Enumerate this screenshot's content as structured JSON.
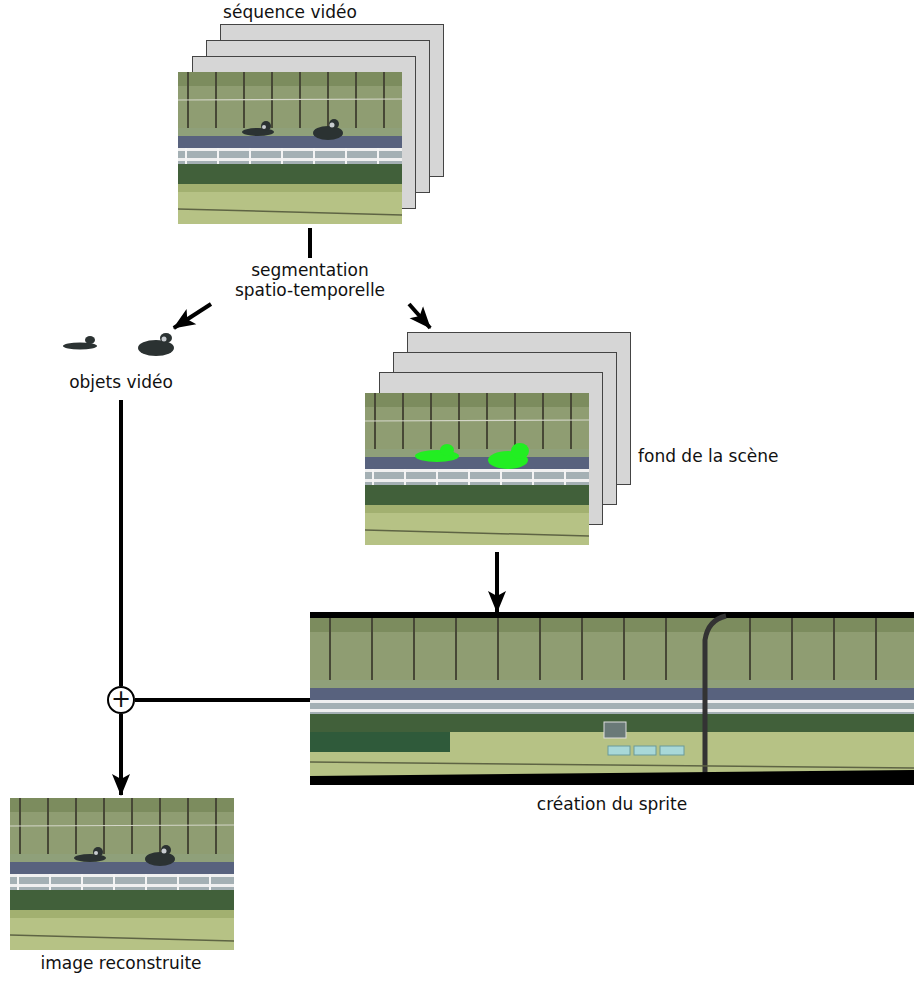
{
  "diagram": {
    "nodes": [
      {
        "text": [
          "séquence vidéo"
        ]
      },
      {
        "text": [
          "segmentation spatio-temporelle"
        ]
      },
      {
        "text": [
          "objets vidéo"
        ]
      },
      {
        "text": [
          "fond de la scène"
        ]
      },
      {
        "text": [
          "création du sprite"
        ]
      },
      {
        "text": [
          "+"
        ]
      },
      {
        "text": [
          "image reconstruite"
        ]
      }
    ],
    "edges": [
      {
        "from": 0,
        "to": 1,
        "arrow": "none"
      },
      {
        "from": 1,
        "to": 2,
        "arrow": "to"
      },
      {
        "from": 1,
        "to": 3,
        "arrow": "to"
      },
      {
        "from": 3,
        "to": 4,
        "arrow": "to"
      },
      {
        "from": 2,
        "to": 5,
        "arrow": "none"
      },
      {
        "from": 4,
        "to": 5,
        "arrow": "none"
      },
      {
        "from": 5,
        "to": 6,
        "arrow": "to"
      }
    ]
  }
}
